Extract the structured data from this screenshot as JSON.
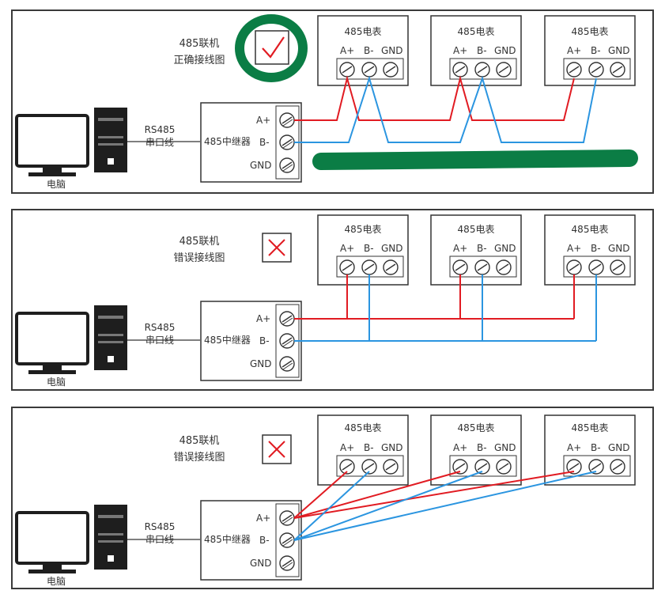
{
  "colors": {
    "red": "#e11b22",
    "blue": "#2b95e0",
    "green": "#0b7d45",
    "frame": "#3a3a3a"
  },
  "icons": [
    "computer-monitor-icon",
    "computer-tower-icon",
    "screw-terminal-icon",
    "checkmark-icon",
    "cross-icon"
  ],
  "panels": [
    {
      "title_line1": "485联机",
      "title_line2": "正确接线图",
      "mark": "check",
      "computer_label": "电脑",
      "cable_line1": "RS485",
      "cable_line2": "串口线",
      "repeater_label": "485中继器",
      "repeater_terminals": [
        "A+",
        "B-",
        "GND"
      ],
      "meters": [
        {
          "title": "485电表",
          "terminals": [
            "A+",
            "B-",
            "GND"
          ]
        },
        {
          "title": "485电表",
          "terminals": [
            "A+",
            "B-",
            "GND"
          ]
        },
        {
          "title": "485电表",
          "terminals": [
            "A+",
            "B-",
            "GND"
          ]
        }
      ]
    },
    {
      "title_line1": "485联机",
      "title_line2": "错误接线图",
      "mark": "cross",
      "computer_label": "电脑",
      "cable_line1": "RS485",
      "cable_line2": "串口线",
      "repeater_label": "485中继器",
      "repeater_terminals": [
        "A+",
        "B-",
        "GND"
      ],
      "meters": [
        {
          "title": "485电表",
          "terminals": [
            "A+",
            "B-",
            "GND"
          ]
        },
        {
          "title": "485电表",
          "terminals": [
            "A+",
            "B-",
            "GND"
          ]
        },
        {
          "title": "485电表",
          "terminals": [
            "A+",
            "B-",
            "GND"
          ]
        }
      ]
    },
    {
      "title_line1": "485联机",
      "title_line2": "错误接线图",
      "mark": "cross",
      "computer_label": "电脑",
      "cable_line1": "RS485",
      "cable_line2": "串口线",
      "repeater_label": "485中继器",
      "repeater_terminals": [
        "A+",
        "B-",
        "GND"
      ],
      "meters": [
        {
          "title": "485电表",
          "terminals": [
            "A+",
            "B-",
            "GND"
          ]
        },
        {
          "title": "485电表",
          "terminals": [
            "A+",
            "B-",
            "GND"
          ]
        },
        {
          "title": "485电表",
          "terminals": [
            "A+",
            "B-",
            "GND"
          ]
        }
      ]
    }
  ]
}
